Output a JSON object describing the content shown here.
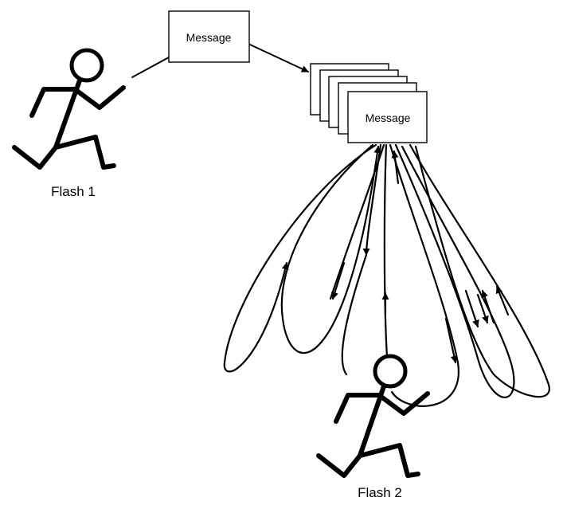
{
  "message_box_label": "Message",
  "queue_top_label": "Message",
  "actor1_label": "Flash 1",
  "actor2_label": "Flash 2",
  "colors": {
    "stroke": "#000000",
    "background": "#ffffff"
  }
}
